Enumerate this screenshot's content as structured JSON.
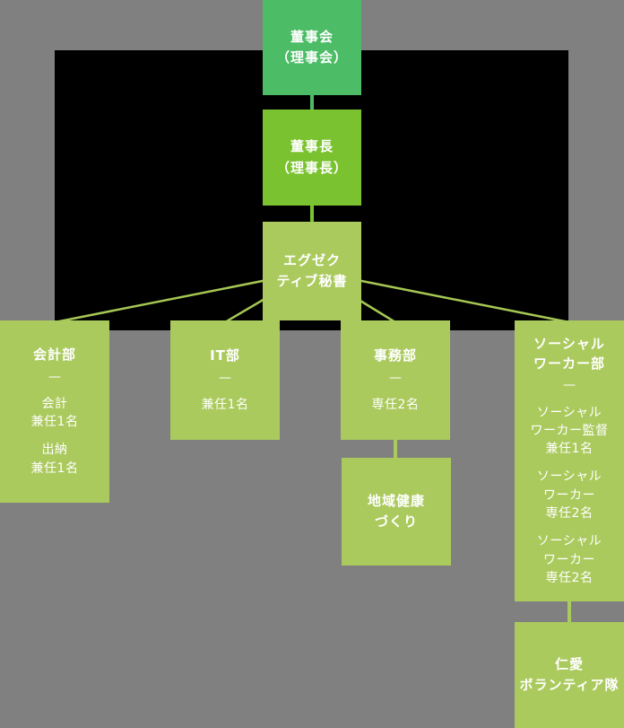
{
  "colors": {
    "background": "#808080",
    "panel": "#000000",
    "board_green": "#4CBC66",
    "chairman_green": "#7BC230",
    "light_green": "#ABCA5E",
    "connector_light": "#A6C754",
    "text": "#FFFFFF"
  },
  "nodes": {
    "board": {
      "label": "董事会\n（理事会）"
    },
    "chairman": {
      "label": "董事長\n（理事長）"
    },
    "secretary": {
      "label": "エグゼク\nティブ秘書"
    },
    "accounting": {
      "title": "会計部",
      "separator": "—",
      "items": [
        "会計\n兼任1名",
        "出納\n兼任1名"
      ]
    },
    "it": {
      "title": "IT部",
      "separator": "—",
      "items": [
        "兼任1名"
      ]
    },
    "admin": {
      "title": "事務部",
      "separator": "—",
      "items": [
        "専任2名"
      ]
    },
    "social": {
      "title": "ソーシャル\nワーカー部",
      "separator": "—",
      "items": [
        "ソーシャル\nワーカー監督\n兼任1名",
        "ソーシャル\nワーカー\n専任2名",
        "ソーシャル\nワーカー\n専任2名"
      ]
    },
    "community": {
      "label": "地域健康\nづくり"
    },
    "volunteer": {
      "label": "仁愛\nボランティア隊"
    }
  },
  "edges": [
    {
      "from": "board",
      "to": "chairman"
    },
    {
      "from": "chairman",
      "to": "secretary"
    },
    {
      "from": "secretary",
      "to": "accounting"
    },
    {
      "from": "secretary",
      "to": "it"
    },
    {
      "from": "secretary",
      "to": "admin"
    },
    {
      "from": "secretary",
      "to": "social"
    },
    {
      "from": "admin",
      "to": "community"
    },
    {
      "from": "social",
      "to": "volunteer"
    }
  ]
}
